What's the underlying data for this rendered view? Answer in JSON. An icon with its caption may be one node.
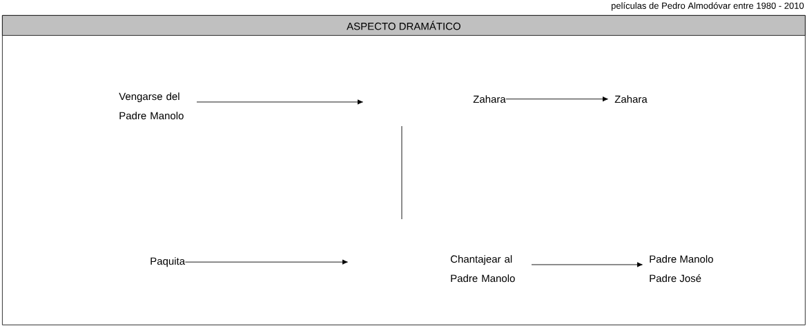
{
  "diagram": {
    "nodes": [
      {
        "text": [
          "ASPECTO DRAMÁTICO"
        ]
      },
      {
        "text": [
          "Vengarse del Padre Manolo"
        ],
        "in": 0
      },
      {
        "text": [
          "Zahara"
        ],
        "in": 0
      },
      {
        "text": [
          "Zahara"
        ],
        "in": 0
      },
      {
        "text": [
          "Paquita"
        ],
        "in": 0
      },
      {
        "text": [
          "Chantajear al Padre Manolo"
        ],
        "in": 0
      },
      {
        "text": [
          "Padre Manolo",
          "Padre José"
        ],
        "in": 0
      }
    ],
    "edges": [
      {
        "from": 1,
        "to": null,
        "arrow": "to"
      },
      {
        "from": 2,
        "to": 3,
        "arrow": "to"
      },
      {
        "from": 4,
        "to": null,
        "arrow": "to"
      },
      {
        "from": 5,
        "to": 6,
        "arrow": "to"
      }
    ],
    "labels": [
      "películas de Pedro Almodóvar entre 1980 - 2010"
    ]
  }
}
